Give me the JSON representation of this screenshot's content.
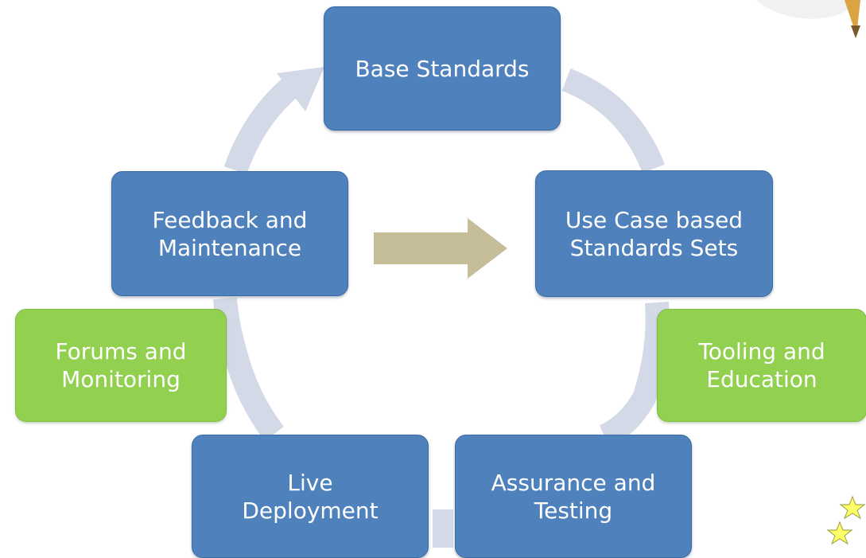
{
  "diagram": {
    "nodes": {
      "base_standards": "Base Standards",
      "use_case_sets": "Use Case based\nStandards Sets",
      "assurance_testing": "Assurance and\nTesting",
      "live_deployment": "Live\nDeployment",
      "feedback_maintenance": "Feedback and\nMaintenance"
    },
    "support_nodes": {
      "tooling_education": "Tooling and\nEducation",
      "forums_monitoring": "Forums and\nMonitoring"
    }
  },
  "colors": {
    "cycle_node": "#4f81bd",
    "support_node": "#92d050",
    "cycle_ring": "#d3d9e6",
    "center_arrow": "#c4bd97",
    "stars": "#ffff66"
  }
}
